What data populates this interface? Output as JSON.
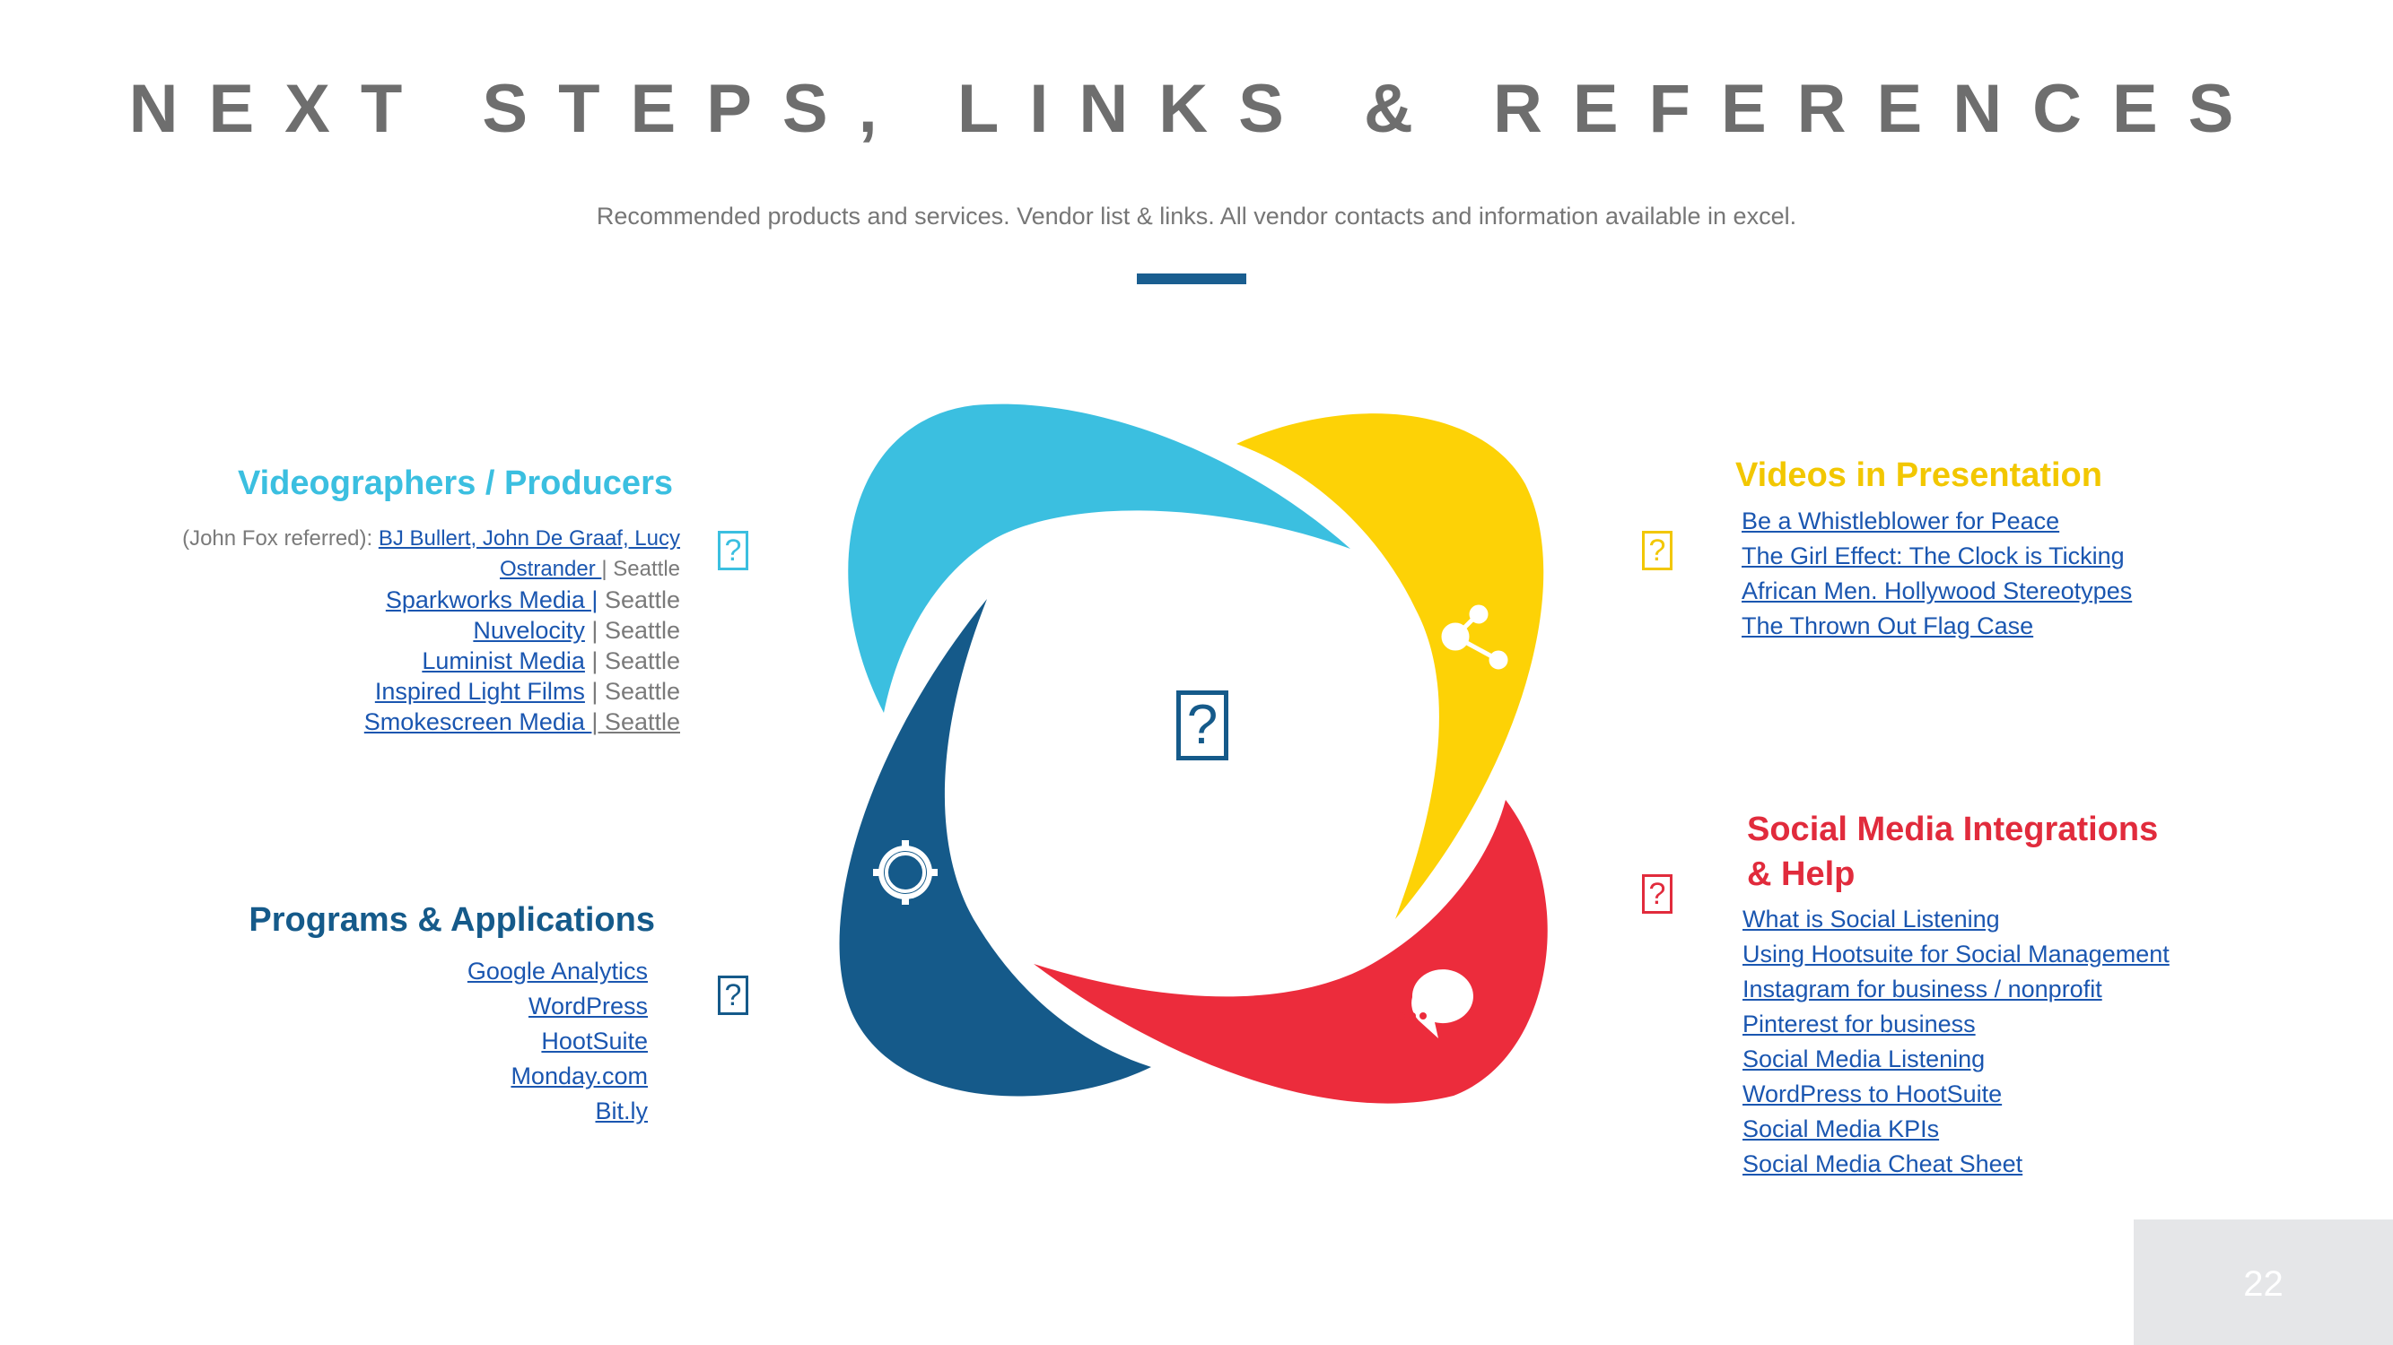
{
  "slide": {
    "title": "NEXT STEPS, LINKS & REFERENCES",
    "subtitle": "Recommended products and services. Vendor list & links. All vendor contacts and information available in excel.",
    "page_number": "22"
  },
  "colors": {
    "cyan": "#3bbfe0",
    "yellow": "#fdd206",
    "red": "#ec2c3c",
    "navy": "#155a8a",
    "title_gray": "#6e6e6e",
    "link_blue": "#1a56b0"
  },
  "icons": {
    "center": "?",
    "videographers": "?",
    "programs": "?",
    "videos_presentation": "?",
    "social_media": "?",
    "petal_icons": [
      "share-icon",
      "chat-bubble-icon",
      "gear-icon"
    ]
  },
  "videographers": {
    "heading": "Videographers / Producers",
    "intro": "(John Fox referred): ",
    "referred_link_line1": "BJ Bullert, John De Graaf, Lucy",
    "referred_link_line2": "Ostrander ",
    "referred_city": "| Seattle",
    "vendors": [
      {
        "name": "Sparkworks Media |",
        "city": " Seattle"
      },
      {
        "name": "Nuvelocity",
        "city": " | Seattle"
      },
      {
        "name": "Luminist Media",
        "city": " | Seattle"
      },
      {
        "name": "Inspired Light Films",
        "city": " | Seattle"
      },
      {
        "name": "Smokescreen Media ",
        "city": "| Seattle"
      }
    ]
  },
  "programs": {
    "heading": "Programs & Applications",
    "links": [
      "Google Analytics",
      "WordPress",
      "HootSuite",
      "Monday.com",
      "Bit.ly"
    ]
  },
  "videos_presentation": {
    "heading": "Videos in Presentation",
    "links": [
      "Be a Whistleblower for Peace",
      "The Girl Effect: The Clock is Ticking",
      "African Men. Hollywood Stereotypes",
      "The Thrown Out Flag Case"
    ]
  },
  "social_media": {
    "heading_line1": "Social Media Integrations",
    "heading_line2": "& Help",
    "links": [
      "What is Social Listening",
      "Using Hootsuite for Social Management",
      "Instagram for business / nonprofit",
      "Pinterest for business",
      "Social Media Listening",
      "WordPress to HootSuite",
      "Social Media KPIs",
      "Social Media Cheat Sheet"
    ]
  }
}
